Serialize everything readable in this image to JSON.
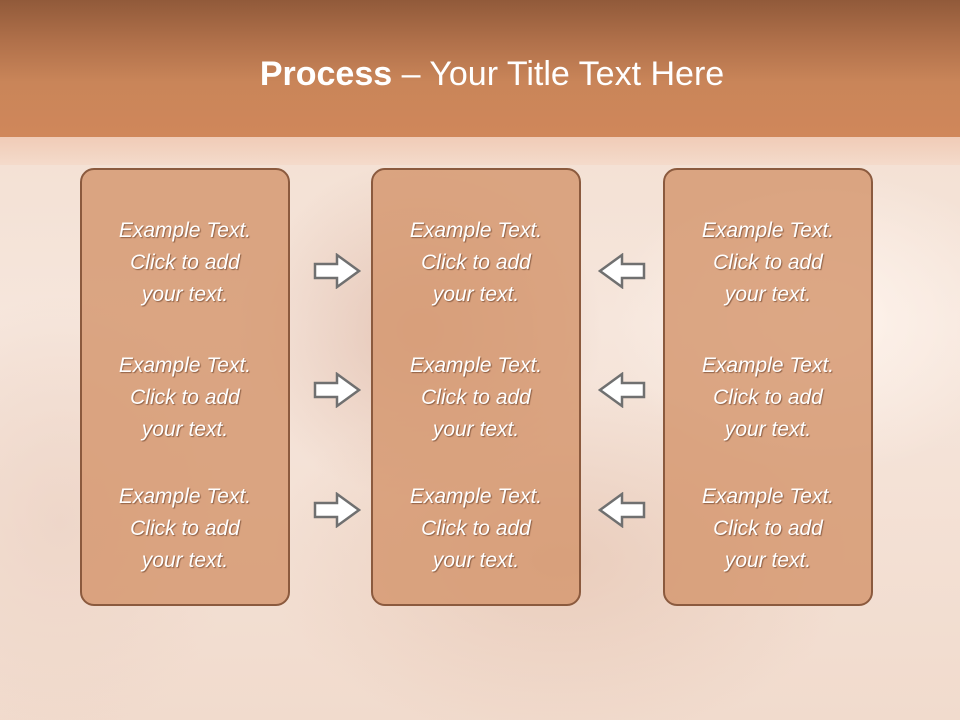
{
  "header": {
    "title_strong": "Process",
    "title_rest": " – Your Title Text Here"
  },
  "columns": [
    {
      "items": [
        "Example Text.\nClick  to add\nyour text.",
        "Example Text.\nClick  to add\nyour text.",
        "Example Text.\nClick  to add\nyour text."
      ]
    },
    {
      "items": [
        "Example Text.\nClick  to add\nyour text.",
        "Example Text.\nClick  to add\nyour text.",
        "Example Text.\nClick  to add\nyour text."
      ]
    },
    {
      "items": [
        "Example Text.\nClick  to add\nyour text.",
        "Example Text.\nClick  to add\nyour text.",
        "Example Text.\nClick  to add\nyour text."
      ]
    }
  ],
  "arrows": {
    "left_group": "right-arrow-icon",
    "right_group": "left-arrow-icon"
  },
  "colors": {
    "header": "#c98559",
    "box_fill": "#d4966e",
    "box_border": "#8b5a3e",
    "arrow_fill": "#ffffff",
    "arrow_stroke": "#707070"
  }
}
